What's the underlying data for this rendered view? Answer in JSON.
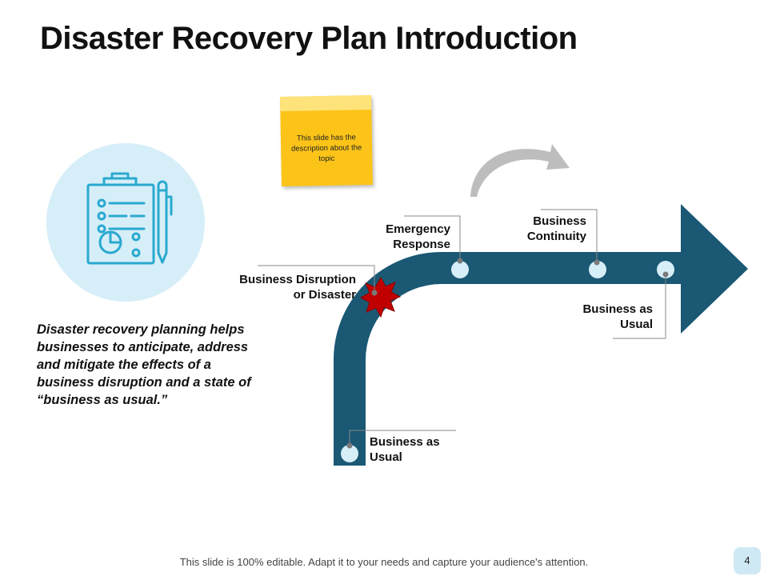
{
  "title": "Disaster Recovery Plan Introduction",
  "description": "Disaster recovery planning helps businesses to anticipate, address and mitigate the effects of a business disruption and a state of “business as usual.”",
  "sticky_note": "This slide has the description about the topic",
  "diagram": {
    "stages": [
      {
        "line1": "Business as",
        "line2": "Usual"
      },
      {
        "line1": "Business Disruption",
        "line2": "or Disaster"
      },
      {
        "line1": "Emergency",
        "line2": "Response"
      },
      {
        "line1": "Business",
        "line2": "Continuity"
      },
      {
        "line1": "Business as",
        "line2": "Usual"
      }
    ]
  },
  "footer": "This slide is 100% editable. Adapt it to your needs and capture your audience's attention.",
  "page_number": "4",
  "colors": {
    "arrow": "#1a5874",
    "node": "#d6eef8",
    "sticky": "#fcc419",
    "burst": "#c00000",
    "icon_circle": "#d6eef8",
    "icon_stroke": "#2aa9cf"
  }
}
